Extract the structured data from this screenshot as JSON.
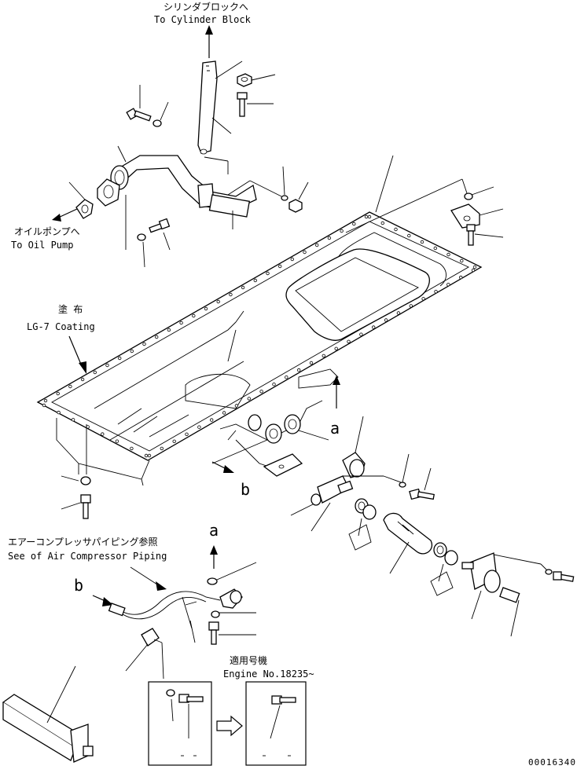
{
  "labels": {
    "cylinder_block_jp": "シリンダブロックへ",
    "cylinder_block_en": "To Cylinder Block",
    "oil_pump_jp": "オイルポンプへ",
    "oil_pump_en": "To Oil Pump",
    "coating_jp": "塗 布",
    "coating_en": "LG-7 Coating",
    "air_comp_jp": "エアーコンプレッサパイピング参照",
    "air_comp_en": "See of Air Compressor Piping",
    "ref_a_top": "a",
    "ref_b_top": "b",
    "ref_a_lower": "a",
    "ref_b_lower": "b",
    "engine_no_jp": "適用号機",
    "engine_no_en": "Engine No.18235~",
    "drawing_number": "00016340"
  }
}
